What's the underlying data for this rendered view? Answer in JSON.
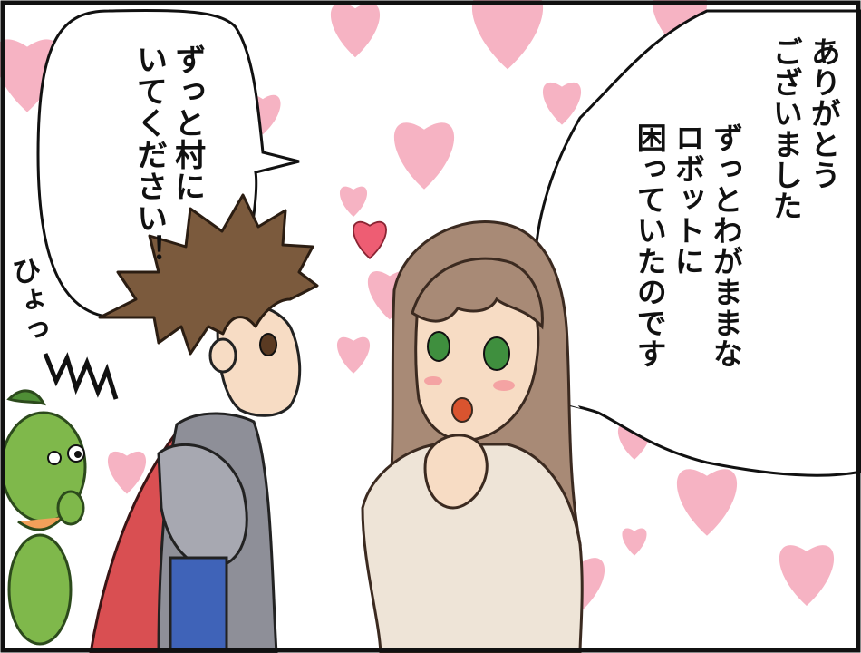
{
  "speech": {
    "left_bubble": {
      "line1": "ずっと村に",
      "line2": "いてください！"
    },
    "right_bubble": {
      "line1": "ありがとう",
      "line2": "ございました",
      "line3": "ずっとわがままな",
      "line4": "ロボットに",
      "line5": "困っていたのです"
    }
  },
  "sfx": {
    "line1": "ひょっ"
  },
  "colors": {
    "border": "#111111",
    "heart": "#f6b3c3",
    "heart_small": "#ee5d73",
    "hair_boy": "#7b5a3d",
    "hair_girl": "#a88a76",
    "armor": "#8e8f98",
    "cape": "#d94f52",
    "mascot": "#7fb84b",
    "dress": "#eee4d7"
  }
}
